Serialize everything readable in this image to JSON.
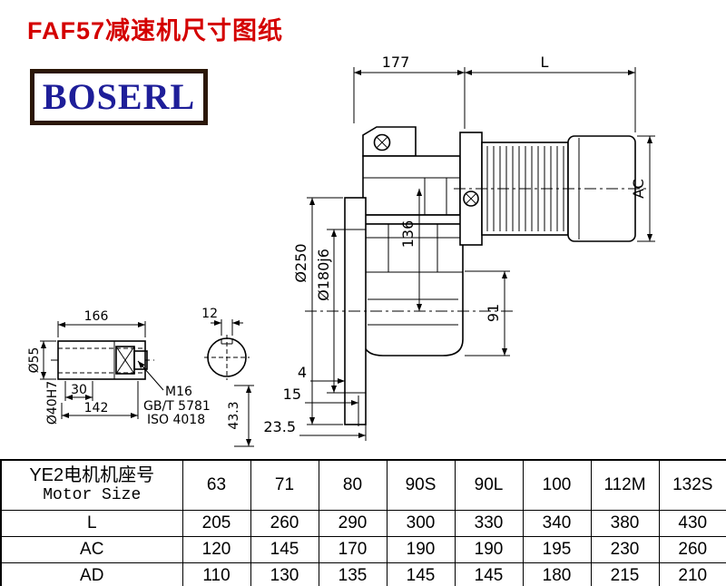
{
  "page": {
    "title": "FAF57减速机尺寸图纸",
    "logo": "BOSERL"
  },
  "drawing": {
    "dims": {
      "top_width": "177",
      "motor_length": "L",
      "motor_height": "AC",
      "axis_offset": "136",
      "flange_od": "Ø250",
      "spigot_od": "Ø180j6",
      "lower_depth": "91",
      "shaft_length": "166",
      "key_width": "12",
      "shaft_od": "Ø55",
      "bore": "Ø40H7",
      "dim_30": "30",
      "dim_142": "142",
      "thread": "M16",
      "std1": "GB/T 5781",
      "std2": "ISO 4018",
      "step_4": "4",
      "step_15": "15",
      "step_23_5": "23.5",
      "key_height": "43.3"
    }
  },
  "table": {
    "header": {
      "cn": "YE2电机机座号",
      "en": "Motor Size"
    },
    "sizes": [
      "63",
      "71",
      "80",
      "90S",
      "90L",
      "100",
      "112M",
      "132S"
    ],
    "rows": [
      {
        "label": "L",
        "values": [
          "205",
          "260",
          "290",
          "300",
          "330",
          "340",
          "380",
          "430"
        ]
      },
      {
        "label": "AC",
        "values": [
          "120",
          "145",
          "170",
          "190",
          "190",
          "195",
          "230",
          "260"
        ]
      },
      {
        "label": "AD",
        "values": [
          "110",
          "130",
          "135",
          "145",
          "145",
          "180",
          "215",
          "210"
        ]
      }
    ]
  }
}
